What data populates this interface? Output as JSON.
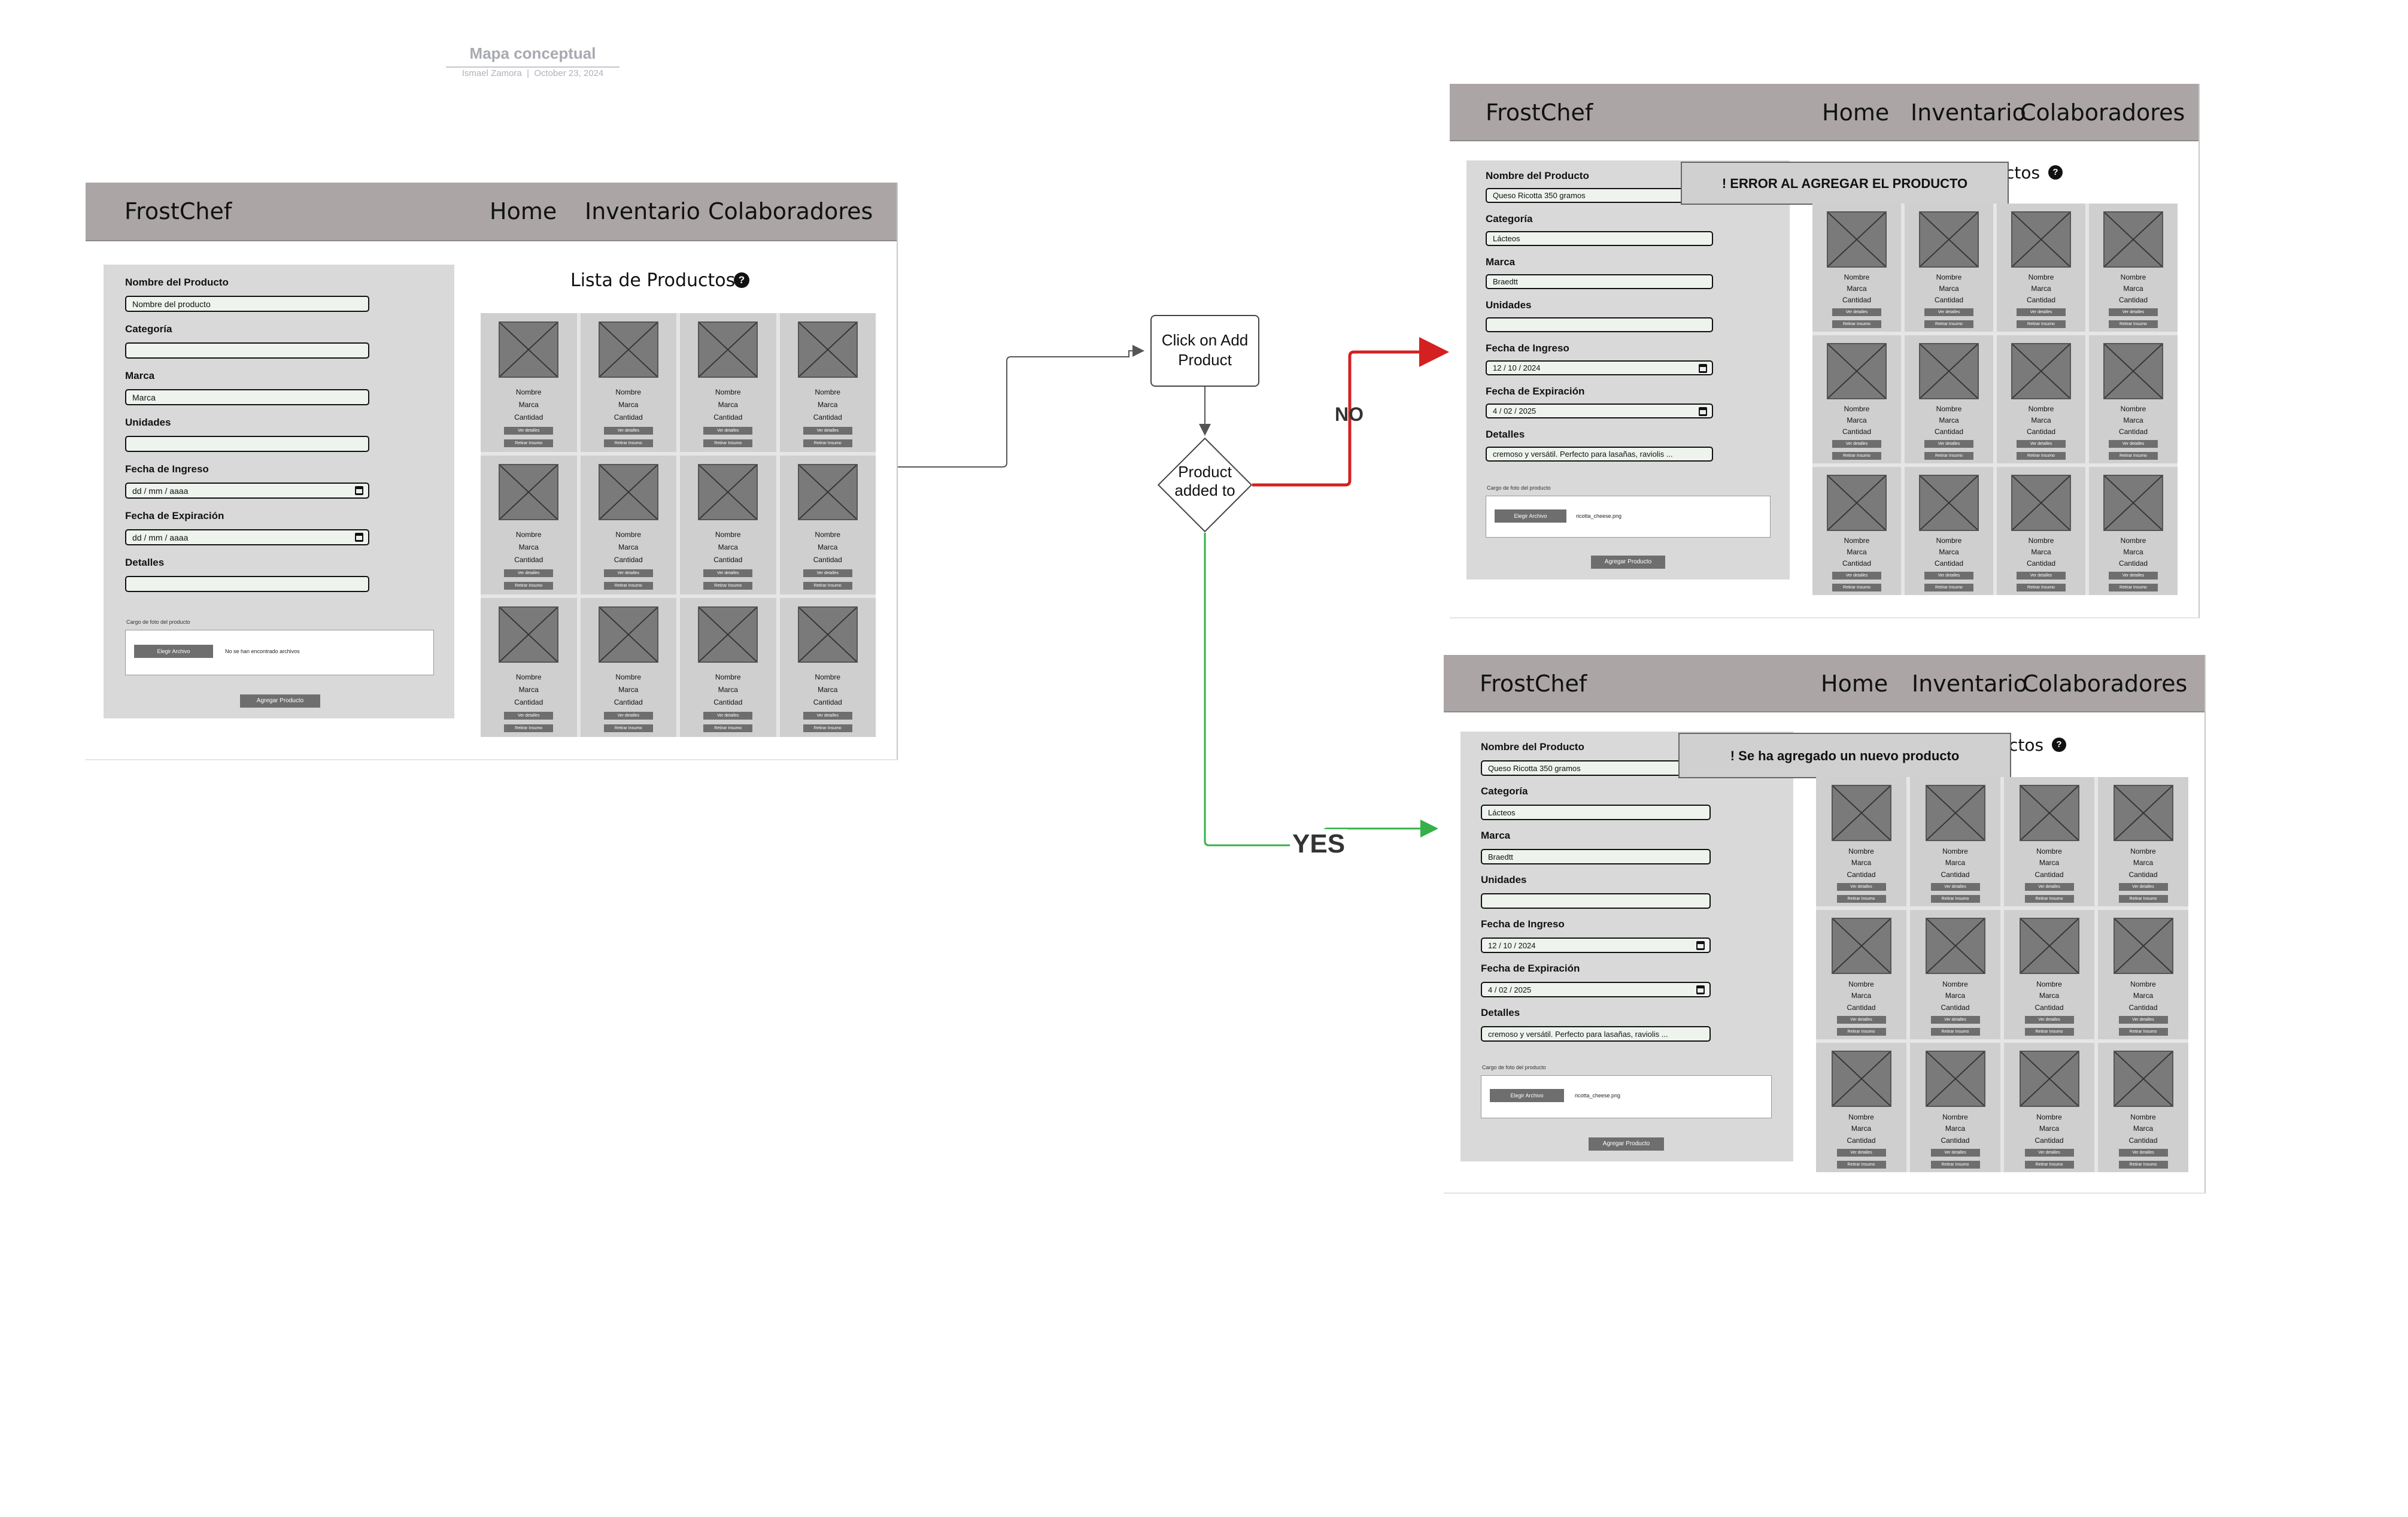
{
  "document": {
    "title": "Mapa conceptual",
    "author": "Ismael Zamora",
    "date": "October 23, 2024"
  },
  "app": {
    "brand": "FrostChef",
    "nav": [
      "Home",
      "Inventario",
      "Colaboradores"
    ],
    "list_title": "Lista de Productos",
    "list_title_partial": "ctos",
    "help_icon": "?"
  },
  "form": {
    "labels": {
      "name": "Nombre del Producto",
      "category": "Categoría",
      "brand": "Marca",
      "units": "Unidades",
      "date_in": "Fecha de Ingreso",
      "date_exp": "Fecha de Expiración",
      "details": "Detalles"
    },
    "upload_label": "Cargo de foto del producto",
    "upload_button": "Elegir Archivo",
    "submit_button": "Agregar Producto"
  },
  "screens": {
    "initial": {
      "name_value": "Nombre del producto",
      "category_value": "",
      "brand_value": "Marca",
      "units_value": "",
      "date_in_value": "dd / mm / aaaa",
      "date_exp_value": "dd / mm / aaaa",
      "details_value": "",
      "upload_text": "No se han encontrado archivos"
    },
    "error": {
      "toast": "! ERROR AL AGREGAR EL PRODUCTO",
      "name_value": "Queso Ricotta 350 gramos",
      "category_value": "Lácteos",
      "brand_value": "Braedtt",
      "units_value": "",
      "date_in_value": "12 / 10 / 2024",
      "date_exp_value": "4 / 02 / 2025",
      "details_value": "cremoso y versátil. Perfecto para lasañas, raviolis ...",
      "upload_text": "ricotta_cheese.png"
    },
    "success": {
      "toast": "!  Se ha agregado un nuevo producto",
      "name_value": "Queso Ricotta 350 gramos",
      "category_value": "Lácteos",
      "brand_value": "Braedtt",
      "units_value": "",
      "date_in_value": "12 / 10 / 2024",
      "date_exp_value": "4 / 02 / 2025",
      "details_value": "cremoso y versátil. Perfecto para lasañas, raviolis ...",
      "upload_text": "ricotta_cheese.png"
    }
  },
  "card": {
    "line1": "Nombre",
    "line2": "Marca",
    "line3": "Cantidad",
    "details_button": "Ver detalles",
    "remove_button": "Retirar Insumo"
  },
  "flow": {
    "action": "Click on Add Product",
    "decision": "Product added to",
    "no_label": "NO",
    "yes_label": "YES",
    "colors": {
      "no": "#d42020",
      "yes": "#35b04a",
      "default": "#555555"
    }
  }
}
